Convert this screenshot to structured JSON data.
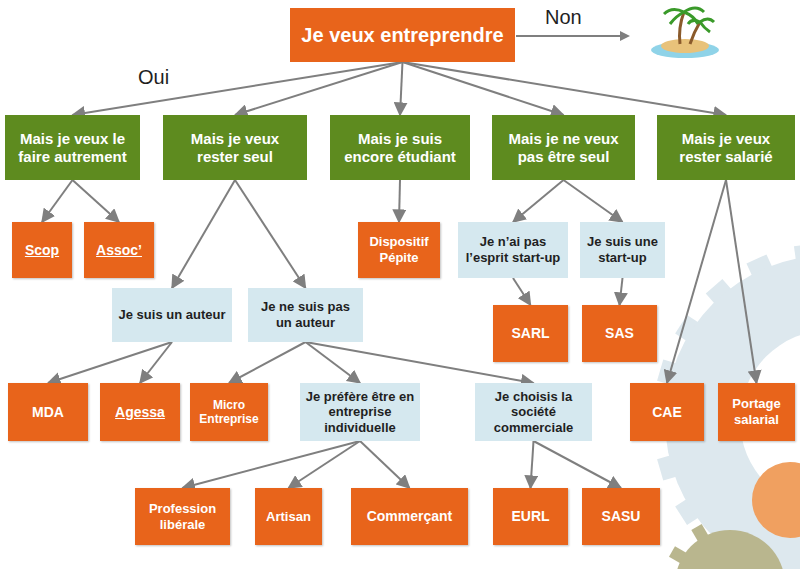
{
  "diagram": {
    "nodes": [
      {
        "text": [
          "Je veux entreprendre"
        ]
      },
      {
        "text": [
          "Mais je veux le faire autrement"
        ]
      },
      {
        "text": [
          "Mais je veux rester seul"
        ]
      },
      {
        "text": [
          "Mais je suis encore étudiant"
        ]
      },
      {
        "text": [
          "Mais je ne veux pas être seul"
        ]
      },
      {
        "text": [
          "Mais je veux rester salarié"
        ]
      },
      {
        "text": [
          "Scop"
        ]
      },
      {
        "text": [
          "Assoc’"
        ]
      },
      {
        "text": [
          "Dispositif Pépite"
        ]
      },
      {
        "text": [
          "Je n’ai pas l’esprit start-up"
        ]
      },
      {
        "text": [
          "Je suis une start-up"
        ]
      },
      {
        "text": [
          "Je suis un auteur"
        ]
      },
      {
        "text": [
          "Je ne suis pas un auteur"
        ]
      },
      {
        "text": [
          "SARL"
        ]
      },
      {
        "text": [
          "SAS"
        ]
      },
      {
        "text": [
          "MDA"
        ]
      },
      {
        "text": [
          "Agessa"
        ]
      },
      {
        "text": [
          "Micro Entreprise"
        ]
      },
      {
        "text": [
          "Je préfère être en entreprise individuelle"
        ]
      },
      {
        "text": [
          "Je choisis la société commerciale"
        ]
      },
      {
        "text": [
          "CAE"
        ]
      },
      {
        "text": [
          "Portage salarial"
        ]
      },
      {
        "text": [
          "Profession libérale"
        ]
      },
      {
        "text": [
          "Artisan"
        ]
      },
      {
        "text": [
          "Commerçant"
        ]
      },
      {
        "text": [
          "EURL"
        ]
      },
      {
        "text": [
          "SASU"
        ]
      }
    ],
    "edges": [
      {
        "from": 0,
        "to": 1,
        "arrow": "to"
      },
      {
        "from": 0,
        "to": 2,
        "arrow": "to"
      },
      {
        "from": 0,
        "to": 3,
        "arrow": "to"
      },
      {
        "from": 0,
        "to": 4,
        "arrow": "to"
      },
      {
        "from": 0,
        "to": 5,
        "arrow": "to"
      },
      {
        "from": 1,
        "to": 6,
        "arrow": "to"
      },
      {
        "from": 1,
        "to": 7,
        "arrow": "to"
      },
      {
        "from": 2,
        "to": 11,
        "arrow": "to"
      },
      {
        "from": 2,
        "to": 12,
        "arrow": "to"
      },
      {
        "from": 3,
        "to": 8,
        "arrow": "to"
      },
      {
        "from": 4,
        "to": 9,
        "arrow": "to"
      },
      {
        "from": 4,
        "to": 10,
        "arrow": "to"
      },
      {
        "from": 9,
        "to": 13,
        "arrow": "to"
      },
      {
        "from": 10,
        "to": 14,
        "arrow": "to"
      },
      {
        "from": 5,
        "to": 20,
        "arrow": "to"
      },
      {
        "from": 5,
        "to": 21,
        "arrow": "to"
      },
      {
        "from": 11,
        "to": 15,
        "arrow": "to"
      },
      {
        "from": 11,
        "to": 16,
        "arrow": "to"
      },
      {
        "from": 12,
        "to": 17,
        "arrow": "to"
      },
      {
        "from": 12,
        "to": 18,
        "arrow": "to"
      },
      {
        "from": 12,
        "to": 19,
        "arrow": "to"
      },
      {
        "from": 18,
        "to": 22,
        "arrow": "to"
      },
      {
        "from": 18,
        "to": 23,
        "arrow": "to"
      },
      {
        "from": 18,
        "to": 24,
        "arrow": "to"
      },
      {
        "from": 19,
        "to": 25,
        "arrow": "to"
      },
      {
        "from": 19,
        "to": 26,
        "arrow": "to"
      }
    ],
    "labels": [
      "Non",
      "Oui"
    ]
  }
}
